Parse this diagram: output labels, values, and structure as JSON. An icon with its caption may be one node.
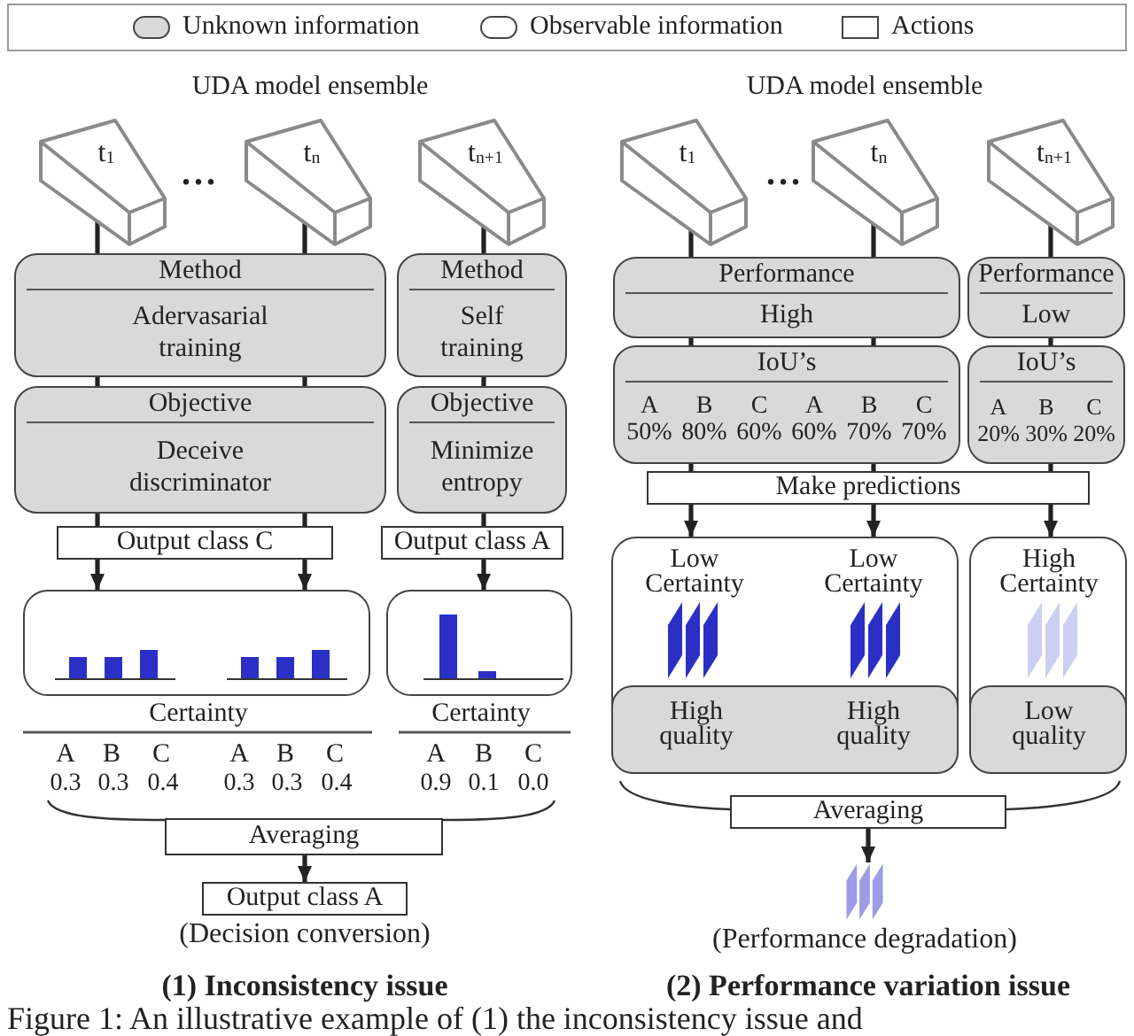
{
  "diagram": {
    "caption": "Figure 1: An illustrative example of (1) the inconsistency issue and",
    "nodes": [
      {
        "text": [
          "t$_{1}$"
        ]
      },
      {
        "text": [
          "t$_{n}$"
        ]
      },
      {
        "text": [
          "t$_{n+1}$"
        ]
      },
      {
        "text": [
          "Method",
          "Adervasarial training"
        ]
      },
      {
        "text": [
          "Method",
          "Self training"
        ]
      },
      {
        "text": [
          "Objective",
          "Deceive discriminator"
        ]
      },
      {
        "text": [
          "Objective",
          "Minimize entropy"
        ]
      },
      {
        "text": [
          "Output class C"
        ]
      },
      {
        "text": [
          "Output class A"
        ]
      },
      {
        "text": [],
        "shape": "box",
        "beside": [
          "Certainty"
        ]
      },
      {
        "text": [],
        "shape": "box",
        "beside": [
          "Certainty"
        ]
      },
      {
        "text": [
          "Averaging"
        ]
      },
      {
        "text": [
          "Output class A"
        ],
        "beside": [
          "(Decision conversion)"
        ]
      },
      {
        "text": [
          "t$_{1}$"
        ]
      },
      {
        "text": [
          "t$_{n}$"
        ]
      },
      {
        "text": [
          "t$_{n+1}$"
        ]
      },
      {
        "text": [
          "Performance",
          "High"
        ]
      },
      {
        "text": [
          "Performance",
          "Low"
        ]
      },
      {
        "text": [
          "IoU’s",
          "A",
          "B",
          "C",
          "A",
          "B",
          "C",
          "50%",
          "80%",
          "60%",
          "60%",
          "70%",
          "70%"
        ]
      },
      {
        "text": [
          "IoU’s",
          "A",
          "B",
          "C",
          "20%",
          "30%",
          "20%"
        ]
      },
      {
        "text": [
          "Make predictions"
        ]
      },
      {
        "text": [
          "Low Certainty",
          "Low Certainty"
        ]
      },
      {
        "text": [
          "High quality",
          "High quality"
        ],
        "in": 21
      },
      {
        "text": [
          "High Certainty"
        ]
      },
      {
        "text": [
          "Low quality"
        ],
        "in": 23
      },
      {
        "text": [
          "Averaging"
        ]
      },
      {
        "text": [],
        "shape": "picture",
        "beside": [
          "(Performance degradation)"
        ]
      }
    ],
    "edges": [
      {
        "from": 0,
        "to": 3,
        "arrow": "none"
      },
      {
        "from": 1,
        "to": 3,
        "arrow": "none"
      },
      {
        "from": 2,
        "to": 4,
        "arrow": "none"
      },
      {
        "from": 3,
        "to": 5,
        "arrow": "none"
      },
      {
        "from": 3,
        "to": 5,
        "arrow": "none"
      },
      {
        "from": 4,
        "to": 6,
        "arrow": "none"
      },
      {
        "from": 5,
        "to": 7,
        "arrow": "none"
      },
      {
        "from": 5,
        "to": 7,
        "arrow": "none"
      },
      {
        "from": 6,
        "to": 8,
        "arrow": "none"
      },
      {
        "from": 7,
        "to": 9,
        "arrow": "to"
      },
      {
        "from": 7,
        "to": 9,
        "arrow": "to"
      },
      {
        "from": 8,
        "to": 10,
        "arrow": "to"
      },
      {
        "from": 11,
        "to": 12,
        "arrow": "to"
      },
      {
        "from": 13,
        "to": 16,
        "arrow": "none"
      },
      {
        "from": 14,
        "to": 16,
        "arrow": "none"
      },
      {
        "from": 15,
        "to": 17,
        "arrow": "none"
      },
      {
        "from": 16,
        "to": 18,
        "arrow": "none"
      },
      {
        "from": 16,
        "to": 18,
        "arrow": "none"
      },
      {
        "from": 17,
        "to": 19,
        "arrow": "none"
      },
      {
        "from": 18,
        "to": 20,
        "arrow": "none"
      },
      {
        "from": 18,
        "to": 20,
        "arrow": "none"
      },
      {
        "from": 19,
        "to": 20,
        "arrow": "none"
      },
      {
        "from": 20,
        "to": 21,
        "arrow": "to"
      },
      {
        "from": 20,
        "to": 21,
        "arrow": "to"
      },
      {
        "from": 20,
        "to": 23,
        "arrow": "to"
      },
      {
        "from": 25,
        "to": 26,
        "arrow": "to"
      }
    ],
    "labels": [
      "UDA model ensemble",
      "UDA model ensemble",
      "...",
      "...",
      "A",
      "B",
      "C",
      "A",
      "B",
      "C",
      "A",
      "B",
      "C",
      "0.3",
      "0.3",
      "0.4",
      "0.3",
      "0.3",
      "0.4",
      "0.9",
      "0.1",
      "0.0",
      "(1) Inconsistency issue",
      "(2) Performance variation issue"
    ],
    "legend": [
      {
        "text": "Unknown information",
        "color": "#d9d9d9"
      },
      {
        "text": "Observable information",
        "color": "#ffffff"
      },
      {
        "text": "Actions",
        "color": "#ffffff"
      }
    ]
  }
}
